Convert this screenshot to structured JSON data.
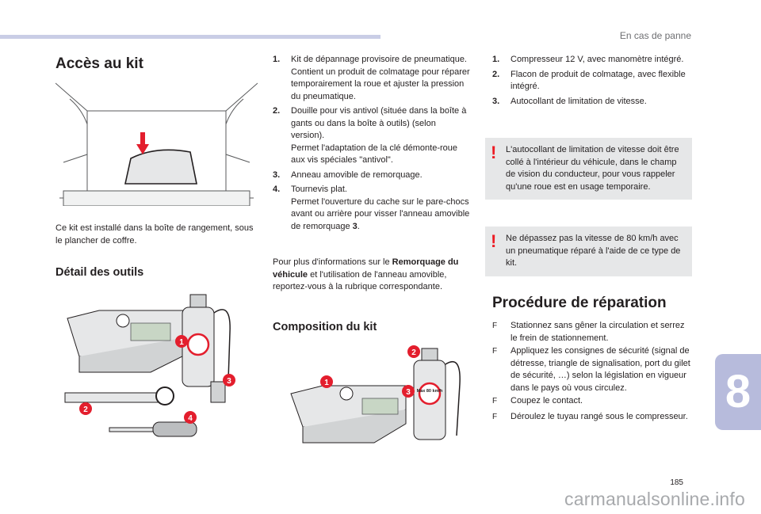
{
  "header": {
    "section_title": "En cas de panne"
  },
  "col1": {
    "title": "Accès au kit",
    "intro": "Ce kit est installé dans la boîte de rangement, sous le plancher de coffre.",
    "tools_title": "Détail des outils",
    "tools_callouts": [
      "1",
      "2",
      "3",
      "4"
    ]
  },
  "col2": {
    "items": [
      {
        "num": "1.",
        "lines": [
          "Kit de dépannage provisoire de pneumatique.",
          "Contient un produit de colmatage pour réparer temporairement la roue et ajuster la pression du pneumatique."
        ]
      },
      {
        "num": "2.",
        "lines": [
          "Douille pour vis antivol (située dans la boîte à gants ou dans la boîte à outils) (selon version).",
          "Permet l'adaptation de la clé démonte-roue aux vis spéciales \"antivol\"."
        ]
      },
      {
        "num": "3.",
        "lines": [
          "Anneau amovible de remorquage."
        ]
      },
      {
        "num": "4.",
        "lines_pre": [
          "Tournevis plat."
        ],
        "line_last_pre": "Permet l'ouverture du cache sur le pare-chocs avant ou arrière pour visser l'anneau amovible de remorquage ",
        "line_last_bold": "3",
        "line_last_post": "."
      }
    ],
    "info_pre": "Pour plus d'informations sur le ",
    "info_bold": "Remorquage du véhicule",
    "info_post": " et l'utilisation de l'anneau amovible, reportez-vous à la rubrique correspondante.",
    "composition_title": "Composition du kit",
    "composition_callouts": [
      "1",
      "2",
      "3"
    ],
    "bottle_label": "Max 80 km/h"
  },
  "col3": {
    "items": [
      {
        "num": "1.",
        "text": "Compresseur 12 V, avec manomètre intégré."
      },
      {
        "num": "2.",
        "text": "Flacon de produit de colmatage, avec flexible intégré."
      },
      {
        "num": "3.",
        "text": "Autocollant de limitation de vitesse."
      }
    ],
    "warning1": "L'autocollant de limitation de vitesse doit être collé à l'intérieur du véhicule, dans le champ de vision du conducteur, pour vous rappeler qu'une roue est en usage temporaire.",
    "warning2": "Ne dépassez pas la vitesse de 80 km/h avec un pneumatique réparé à l'aide de ce type de kit.",
    "procedure_title": "Procédure de réparation",
    "steps": [
      "Stationnez sans gêner la circulation et serrez le frein de stationnement.",
      "Appliquez les consignes de sécurité (signal de détresse, triangle de signalisation, port du gilet de sécurité, …) selon la législation en vigueur dans le pays où vous circulez.",
      "Coupez le contact.",
      "Déroulez le tuyau rangé sous le compresseur."
    ],
    "bullet": "F",
    "warning_mark": "!"
  },
  "footer": {
    "chapter": "8",
    "page": "185",
    "watermark": "carmanualsonline.info"
  },
  "colors": {
    "accent_red": "#e31e2d",
    "chapter_tab": "#b7bbdc",
    "top_bar": "#c9cde6",
    "warning_bg": "#e6e7e8"
  }
}
